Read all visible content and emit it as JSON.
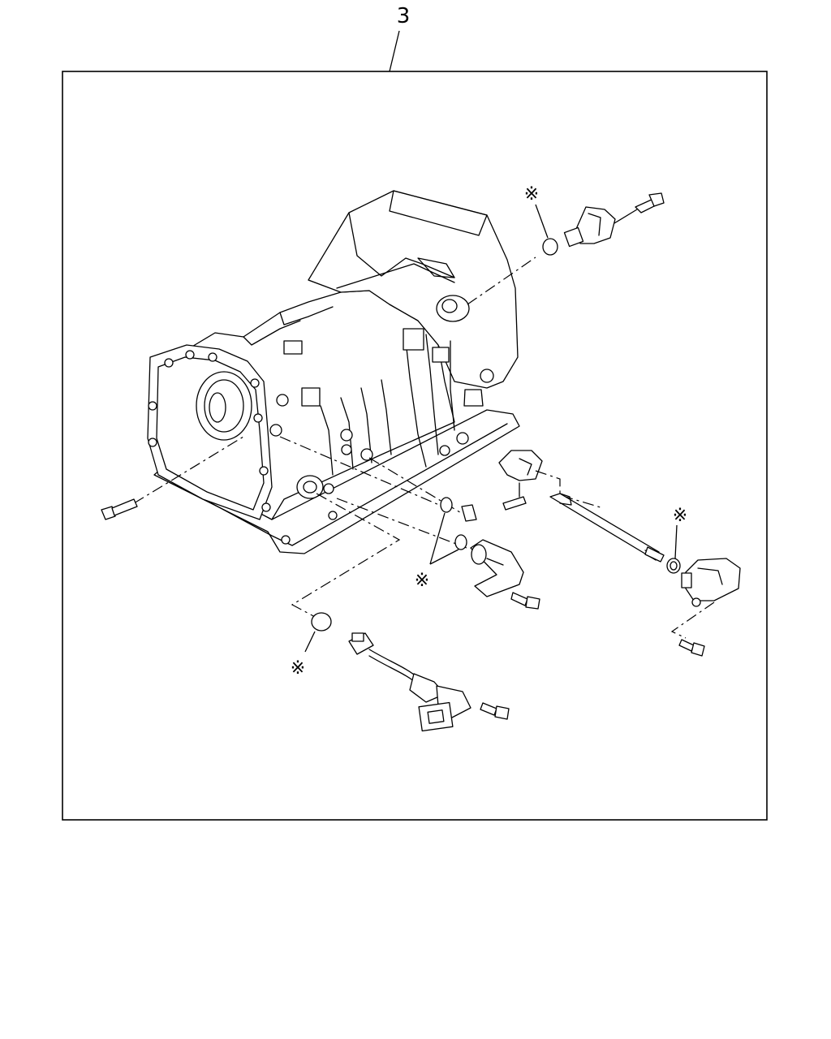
{
  "diagram": {
    "callout_number": "3",
    "seal_marker": "※",
    "parts": [
      "transmission-assembly",
      "speed-sensor-upper",
      "speed-sensor-front",
      "harness-connector",
      "shift-shaft",
      "inhibitor-switch",
      "detent-bracket",
      "o-rings",
      "bolts"
    ]
  }
}
